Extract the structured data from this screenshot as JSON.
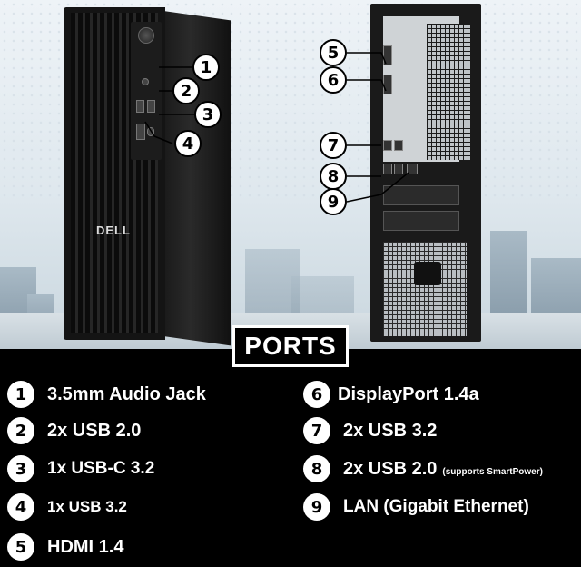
{
  "title": "PORTS",
  "brand": "DELL",
  "callouts": [
    "1",
    "2",
    "3",
    "4",
    "5",
    "6",
    "7",
    "8",
    "9"
  ],
  "ports": [
    {
      "num": "1",
      "label": "3.5mm Audio Jack",
      "note": ""
    },
    {
      "num": "2",
      "label": "2x USB 2.0",
      "note": ""
    },
    {
      "num": "3",
      "label": "1x USB-C 3.2",
      "note": ""
    },
    {
      "num": "4",
      "label": "1x USB 3.2",
      "note": ""
    },
    {
      "num": "5",
      "label": "HDMI 1.4",
      "note": ""
    },
    {
      "num": "6",
      "label": "DisplayPort 1.4a",
      "note": ""
    },
    {
      "num": "7",
      "label": "2x USB 3.2",
      "note": ""
    },
    {
      "num": "8",
      "label": "2x USB 2.0",
      "note": "(supports SmartPower)"
    },
    {
      "num": "9",
      "label": "LAN (Gigabit Ethernet)",
      "note": ""
    }
  ],
  "colors": {
    "background": "#000000",
    "text": "#ffffff",
    "badge": "#ffffff"
  }
}
